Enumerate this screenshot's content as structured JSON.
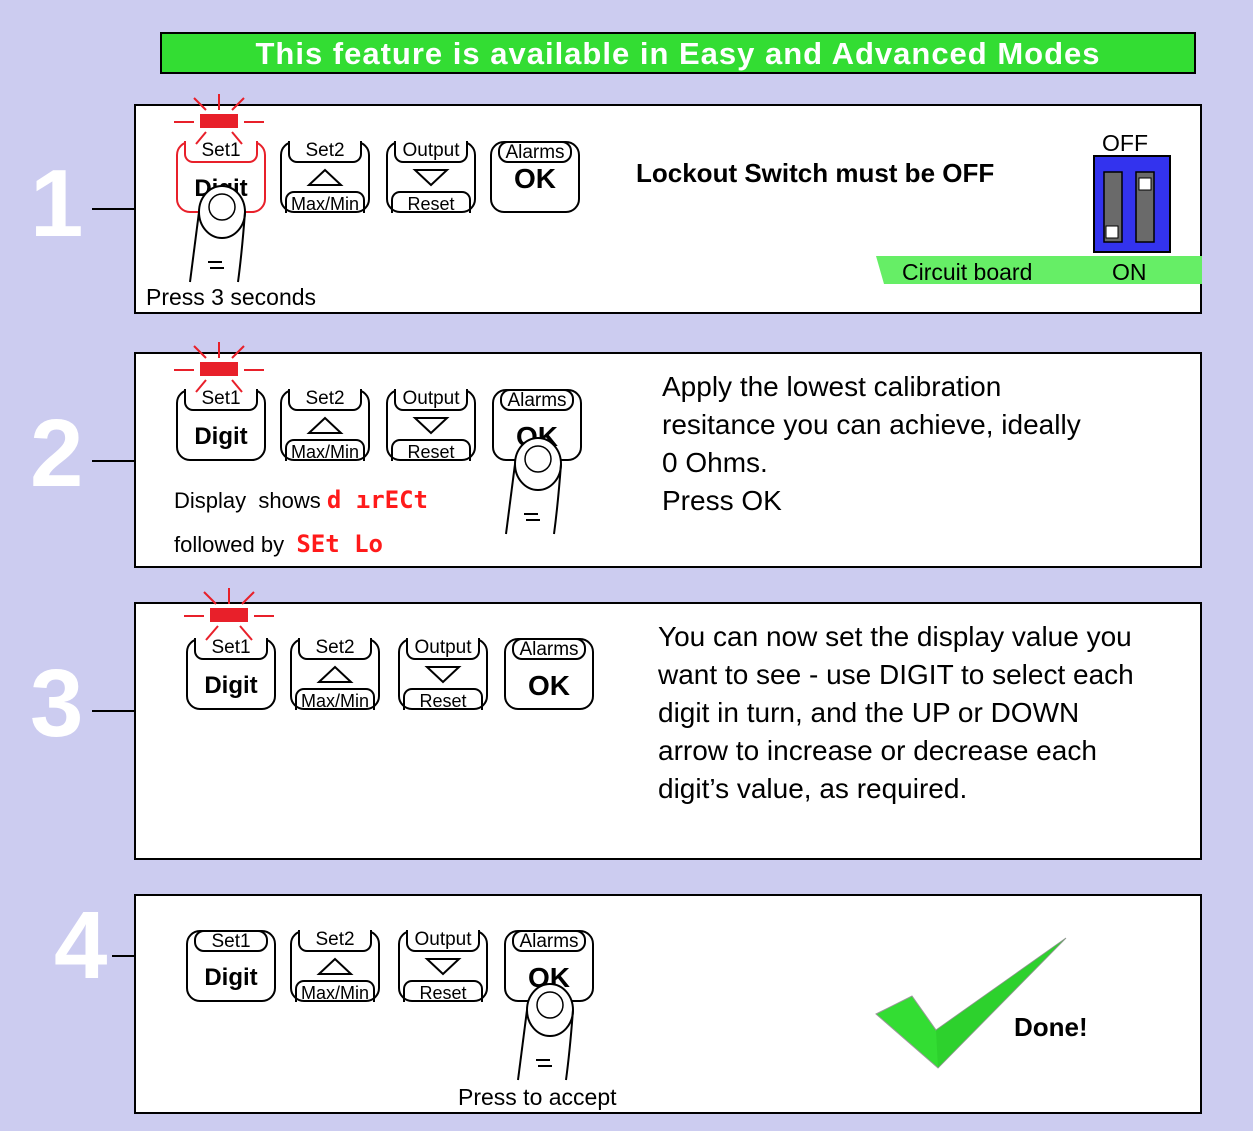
{
  "banner": "This feature is available in Easy and Advanced Modes",
  "buttons": {
    "set1": "Set1",
    "digit": "Digit",
    "set2": "Set2",
    "maxmin": "Max/Min",
    "output": "Output",
    "reset": "Reset",
    "alarms": "Alarms",
    "ok": "OK"
  },
  "steps": [
    {
      "number": "1",
      "caption": "Press 3 seconds",
      "instruction": "Lockout Switch must be OFF",
      "switch_off_label": "OFF",
      "switch_on_label": "ON",
      "board_label": "Circuit board"
    },
    {
      "number": "2",
      "display_prefix": "Display  shows",
      "display_code": "d ırECt",
      "followed_prefix": "followed by",
      "followed_code": "SEt Lo",
      "instruction_lines": [
        "Apply the lowest  calibration",
        "resitance you can achieve, ideally",
        "0 Ohms.",
        "Press OK"
      ]
    },
    {
      "number": "3",
      "instruction_lines": [
        "You can now set the display value you",
        "want to see - use DIGIT to select each",
        "digit in turn, and the UP or DOWN",
        "arrow to increase or decrease each",
        "digit’s value, as required."
      ]
    },
    {
      "number": "4",
      "caption": "Press to accept",
      "done": "Done!"
    }
  ],
  "colors": {
    "background": "#ccccf0",
    "banner": "#33dd33",
    "led": "#e8202a",
    "switch": "#3333ee",
    "board": "#66ee66",
    "check": "#33dd33"
  },
  "icons": [
    "finger-press-icon",
    "led-flash-icon",
    "dip-switch-icon",
    "checkmark-icon",
    "up-arrow-icon",
    "down-arrow-icon"
  ]
}
